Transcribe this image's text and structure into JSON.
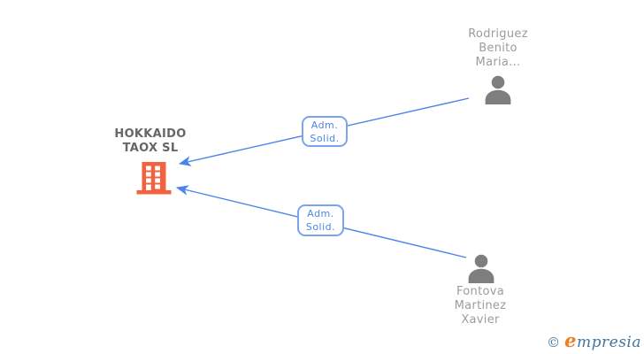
{
  "company": {
    "name_lines": [
      "HOKKAIDO",
      "TAOX SL"
    ],
    "icon": "building-icon"
  },
  "people": [
    {
      "name_lines": [
        "Rodriguez",
        "Benito",
        "Maria..."
      ],
      "icon": "person-icon",
      "position": "top-right"
    },
    {
      "name_lines": [
        "Fontova",
        "Martinez",
        "Xavier"
      ],
      "icon": "person-icon",
      "position": "bottom-right"
    }
  ],
  "relations": [
    {
      "label_lines": [
        "Adm.",
        "Solid."
      ],
      "from": "Rodriguez Benito Maria...",
      "to": "HOKKAIDO TAOX SL"
    },
    {
      "label_lines": [
        "Adm.",
        "Solid."
      ],
      "from": "Fontova Martinez Xavier",
      "to": "HOKKAIDO TAOX SL"
    }
  ],
  "footer": {
    "copyright_symbol": "©",
    "brand_initial": "e",
    "brand_rest": "mpresia"
  },
  "colors": {
    "line-blue": "#4A86E8",
    "label-border": "#7AA5EA",
    "label-text": "#4A86E8",
    "building-orange": "#F4613E",
    "person-gray": "#7E7E7E",
    "company-text": "#666666",
    "person-name-text": "#9C9C9C",
    "logo-blue": "#44759C",
    "logo-orange": "#EE7F1D",
    "background": "#FFFFFF"
  }
}
